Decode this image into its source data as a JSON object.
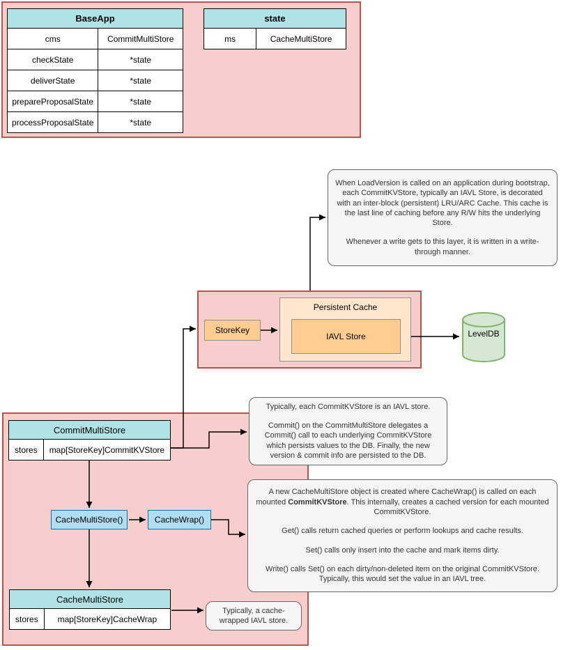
{
  "colors": {
    "container_fill": "#f8cecc",
    "container_stroke": "#b85450",
    "table_header_fill": "#b0e3e6",
    "orange_fill": "#ffcd8f",
    "orange_light_fill": "#ffe6cc",
    "blue_fill": "#b1ddf0",
    "blue_stroke": "#10739e",
    "note_fill": "#f5f5f5",
    "note_stroke": "#666666",
    "green_fill": "#d5e8d4",
    "green_stroke": "#82b366"
  },
  "tables": {
    "baseapp": {
      "title": "BaseApp",
      "rows": [
        [
          "cms",
          "CommitMultiStore"
        ],
        [
          "checkState",
          "*state"
        ],
        [
          "deliverState",
          "*state"
        ],
        [
          "prepareProposalState",
          "*state"
        ],
        [
          "processProposalState",
          "*state"
        ]
      ]
    },
    "state": {
      "title": "state",
      "rows": [
        [
          "ms",
          "CacheMultiStore"
        ]
      ]
    },
    "commit_multi_store": {
      "title": "CommitMultiStore",
      "rows": [
        [
          "stores",
          "map[StoreKey]CommitKVStore"
        ]
      ]
    },
    "cache_multi_store": {
      "title": "CacheMultiStore",
      "rows": [
        [
          "stores",
          "map[StoreKey]CacheWrap"
        ]
      ]
    }
  },
  "nodes": {
    "store_key": "StoreKey",
    "persistent_cache": "Persistent Cache",
    "iavl_store": "IAVL Store",
    "leveldb": "LevelDB",
    "cache_multi_store_fn": "CacheMultiStore()",
    "cache_wrap_fn": "CacheWrap()"
  },
  "notes": {
    "load_version": {
      "p1": "When LoadVersion is called on an application during bootstrap, each CommitKVStore, typically an IAVL Store, is decorated with an inter-block (persistent) LRU/ARC Cache. This cache is the last line of caching before any R/W hits the underlying Store.",
      "p2": "Whenever a write gets to this layer, it is written in a write-through manner."
    },
    "commit_delegates": {
      "p1": "Typically, each CommitKVStore is an IAVL store.",
      "p2": "Commit() on the CommitMultiStore delegates a Commit() call to each underlying CommitKVStore which persists values to the DB. Finally, the new version & commit info are persisted to the DB."
    },
    "cache_wrap": {
      "p1_before": "A new CacheMultiStore object is created where CacheWrap() is called on each mounted ",
      "p1_bold": "CommitKVStore",
      "p1_after": ". This internally, creates a cached version for each mounted CommitKVStore.",
      "p2": "Get() calls return cached queries or perform lookups and cache results.",
      "p3": "Set() calls only insert into the cache and mark items dirty.",
      "p4": "Write() calls Set() on each dirty/non-deleted item on the original CommitKVStore. Typically, this would set the value in an IAVL tree."
    },
    "cache_wrapped_store": {
      "p1": "Typically, a cache-wrapped IAVL store."
    }
  }
}
